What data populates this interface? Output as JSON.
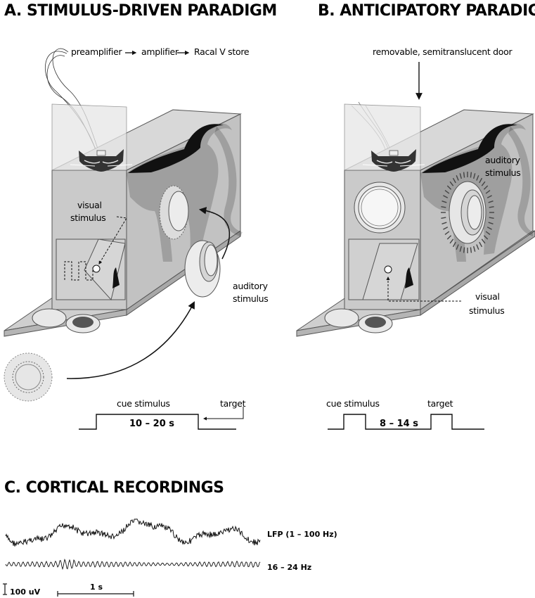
{
  "panels": {
    "a": {
      "title": "A. STIMULUS-DRIVEN PARADIGM",
      "chain": [
        "preamplifier",
        "amplifier",
        "Racal V store"
      ],
      "visual_label_1": "visual",
      "visual_label_2": "stimulus",
      "auditory_label_1": "auditory",
      "auditory_label_2": "stimulus",
      "cue_label": "cue stimulus",
      "duration": "10 – 20 s",
      "target_label": "target"
    },
    "b": {
      "title": "B. ANTICIPATORY PARADIGM",
      "door_label": "removable, semitranslucent door",
      "auditory_label_1": "auditory",
      "auditory_label_2": "stimulus",
      "visual_label_1": "visual",
      "visual_label_2": "stimulus",
      "cue_label": "cue stimulus",
      "duration": "8 – 14 s",
      "target_label": "target"
    },
    "c": {
      "title": "C. CORTICAL RECORDINGS",
      "trace1_label": "LFP (1 – 100 Hz)",
      "trace2_label": "16 – 24 Hz",
      "scale_amp": "100 uV",
      "scale_time": "1 s"
    }
  },
  "colors": {
    "box_fill": "#c8c8c8",
    "box_stroke": "#555555",
    "ink": "#111111"
  }
}
